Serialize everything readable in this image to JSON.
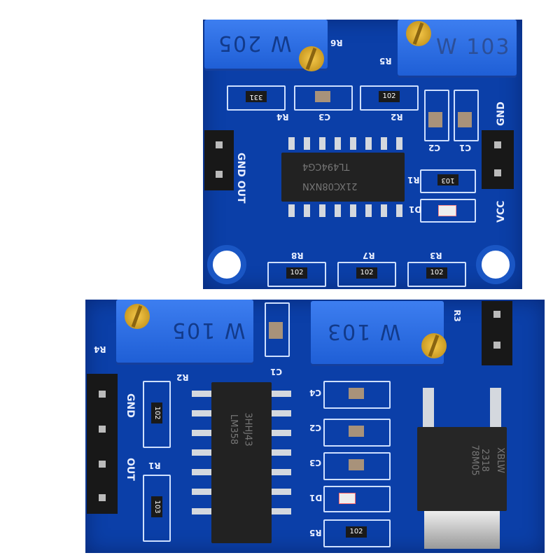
{
  "top_board": {
    "pot_left": "W 205",
    "pot_right": "W 103",
    "ic": {
      "line1": "TL494CG4",
      "line2": "21XC08NXN"
    },
    "resistors": {
      "R1_top": "331",
      "R2": "102",
      "R1_right": "103",
      "R8": "102",
      "R7": "102",
      "R3": "102"
    },
    "labels": {
      "R6": "R6",
      "R5": "R5",
      "R4": "R4",
      "C3": "C3",
      "R2": "R2",
      "C2": "C2",
      "C1": "C1",
      "R1": "R1",
      "D1": "D1",
      "R8": "R8",
      "R7": "R7",
      "R3": "R3",
      "gnd_out": "GND OUT",
      "gnd": "GND",
      "vcc": "VCC"
    },
    "colors": {
      "pcb": "#0b3fa8",
      "pot": "#2a6ae0"
    }
  },
  "bottom_board": {
    "pot_left": "W 105",
    "pot_right": "W 103",
    "ic": {
      "line1": "LM358",
      "line2": "3HHJ43"
    },
    "regulator": {
      "line1": "78M05",
      "line2": "2318",
      "line3": "XBLW"
    },
    "resistors": {
      "R2": "102",
      "R1": "103",
      "R5": "102"
    },
    "labels": {
      "R4": "R4",
      "R2": "R2",
      "C1": "C1",
      "R3": "R3",
      "C4": "C4",
      "C2": "C2",
      "C3": "C3",
      "D1": "D1",
      "R1": "R1",
      "R5": "R5",
      "gnd": "GND",
      "out": "OUT"
    }
  }
}
